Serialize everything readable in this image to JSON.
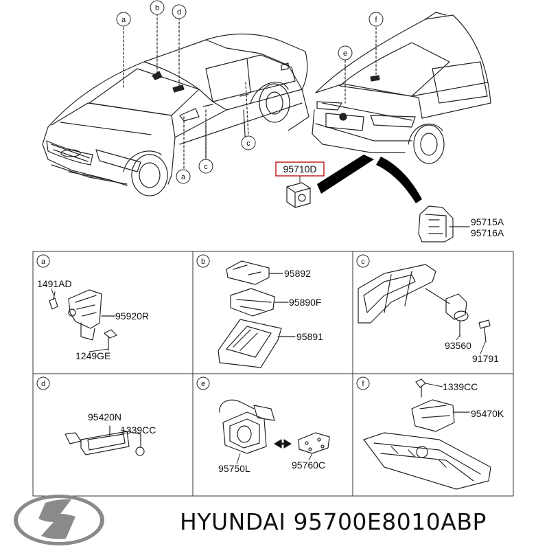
{
  "main_part": "95710D",
  "bracket_parts": [
    "95715A",
    "95716A"
  ],
  "callouts": {
    "front_car": [
      "a",
      "b",
      "d",
      "c",
      "a",
      "c"
    ],
    "rear_car": [
      "f",
      "e"
    ]
  },
  "panels": [
    {
      "letter": "a",
      "parts": [
        "1491AD",
        "95920R",
        "1249GE"
      ]
    },
    {
      "letter": "b",
      "parts": [
        "95892",
        "95890F",
        "95891"
      ]
    },
    {
      "letter": "c",
      "parts": [
        "93560",
        "91791"
      ]
    },
    {
      "letter": "d",
      "parts": [
        "95420N",
        "1339CC"
      ]
    },
    {
      "letter": "e",
      "parts": [
        "95750L",
        "95760C"
      ]
    },
    {
      "letter": "f",
      "parts": [
        "1339CC",
        "95470K"
      ]
    }
  ],
  "footer": {
    "brand": "HYUNDAI",
    "part_number": "95700E8010ABP",
    "logo": "hyundai-logo"
  }
}
